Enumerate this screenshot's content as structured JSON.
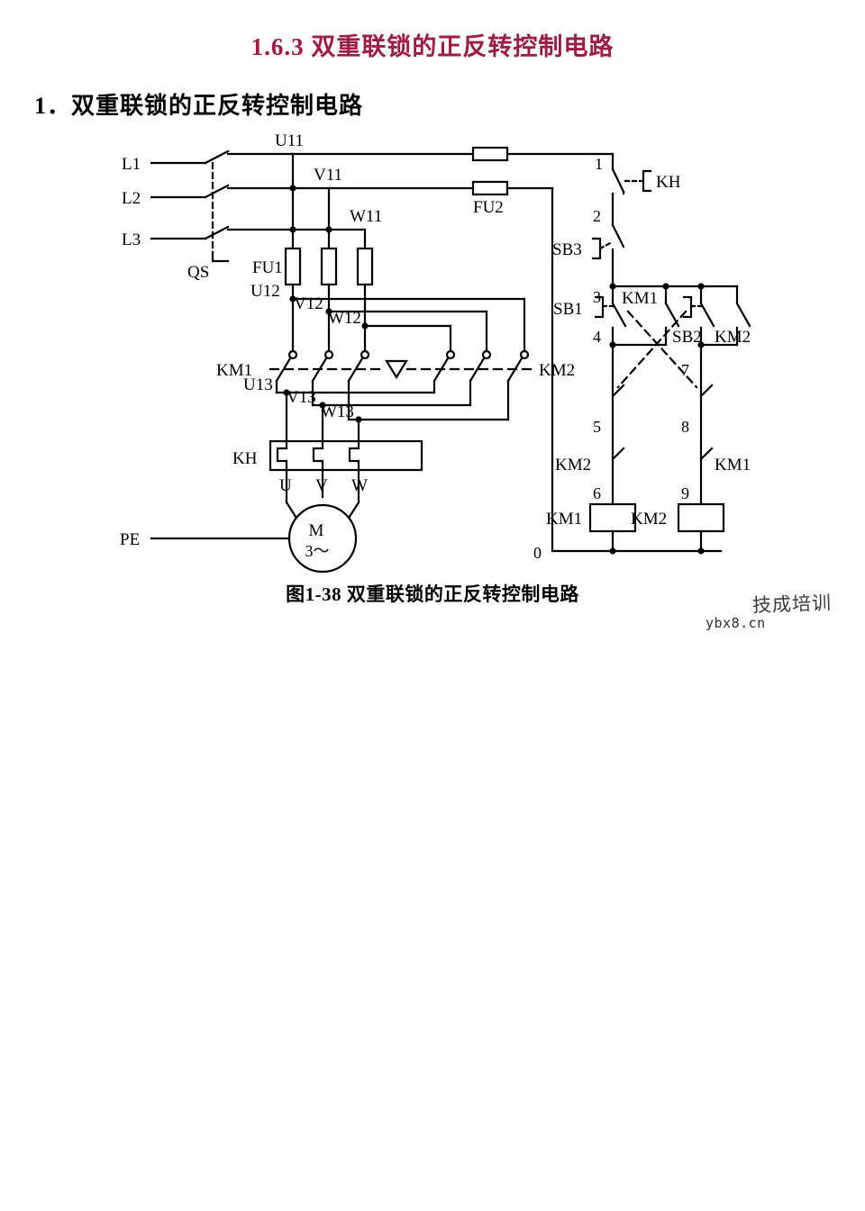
{
  "slide": {
    "title": "1.6.3  双重联锁的正反转控制电路",
    "subtitle": "1．双重联锁的正反转控制电路",
    "caption": "图1-38  双重联锁的正反转控制电路",
    "title_color": "#9e1b42",
    "background_color": "#ffffff",
    "line_color": "#000000"
  },
  "watermark": {
    "brand": "技成培训",
    "url": "ybx8.cn",
    "icon": "wechat-icon"
  },
  "power_circuit": {
    "supply_lines": [
      "L1",
      "L2",
      "L3"
    ],
    "ground_label": "PE",
    "disconnector": "QS",
    "main_fuse": "FU1",
    "control_fuse": "FU2",
    "upper_nodes": [
      "U11",
      "V11",
      "W11"
    ],
    "contactor_in_nodes": [
      "U12",
      "V12",
      "W12"
    ],
    "contactor_out_nodes": [
      "U13",
      "V13",
      "W13"
    ],
    "contactor_left": "KM1",
    "contactor_right": "KM2",
    "overload_relay": "KH",
    "motor_terminals": [
      "U",
      "V",
      "W"
    ],
    "motor_symbol_top": "M",
    "motor_symbol_bottom": "3～"
  },
  "control_circuit": {
    "nodes": [
      "1",
      "2",
      "3",
      "4",
      "5",
      "6",
      "7",
      "8",
      "9",
      "0"
    ],
    "thermal_contact": "KH",
    "stop_button": "SB3",
    "forward_button": "SB1",
    "reverse_button": "SB2",
    "seal_contact_left": "KM1",
    "seal_contact_right": "KM2",
    "interlock_nc_left": "KM2",
    "interlock_nc_right": "KM1",
    "coil_left": "KM1",
    "coil_right": "KM2"
  }
}
